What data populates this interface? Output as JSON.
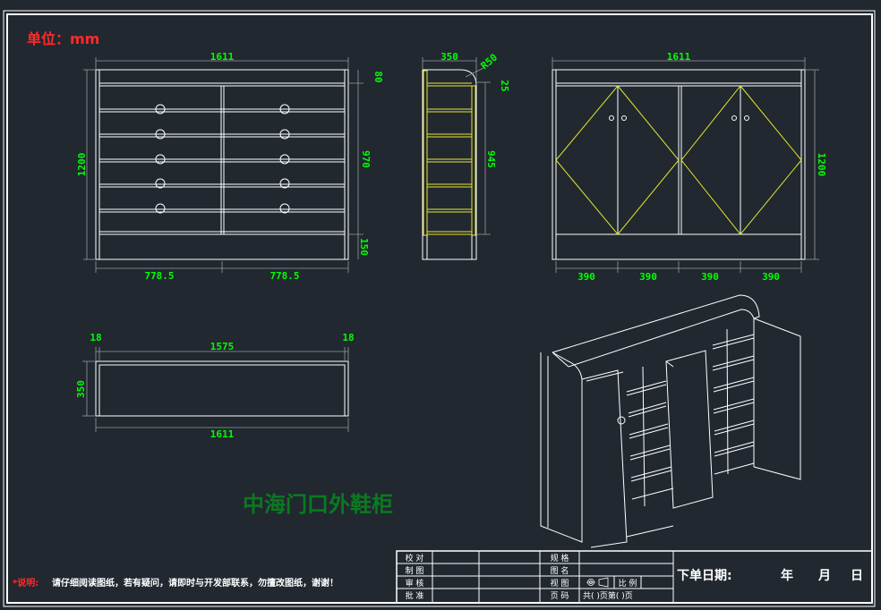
{
  "drawing": {
    "unit_label": "单位：mm",
    "title": "中海门口外鞋柜",
    "note_prefix": "*说明:",
    "note_text": "请仔细阅读图纸，若有疑问，请即时与开发部联系，勿擅改图纸，谢谢！",
    "order_date_label": "下单日期:",
    "order_date_year": "年",
    "order_date_month": "月",
    "order_date_day": "日",
    "front_view": {
      "width": "1611",
      "height": "1200",
      "top_gap": "80",
      "shelf_span": "970",
      "base": "150",
      "half_left": "778.5",
      "half_right": "778.5"
    },
    "side_view": {
      "depth": "350",
      "radius": "R50",
      "top": "25",
      "inner": "945"
    },
    "door_view": {
      "width": "1611",
      "height": "1200",
      "door_widths": [
        "390",
        "390",
        "390",
        "390"
      ]
    },
    "top_view": {
      "left_panel": "18",
      "inner_width": "1575",
      "right_panel": "18",
      "depth": "350",
      "outer_width": "1611"
    },
    "title_block": {
      "rows_left": [
        "校 对",
        "制 图",
        "审 核",
        "批 准"
      ],
      "rows_mid": [
        "规 格",
        "图 名",
        "视 图",
        "页 码"
      ],
      "scale_label": "比 例",
      "page_text": "共(  )页第(  )页"
    }
  }
}
